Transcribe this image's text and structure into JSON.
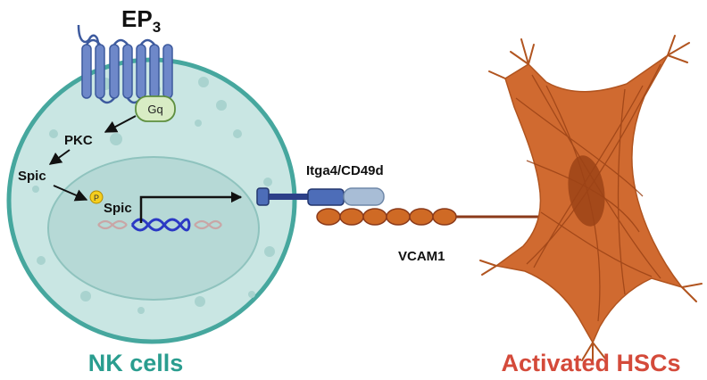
{
  "receptor": {
    "name": "EP",
    "subscript": "3"
  },
  "signaling": {
    "gq": "Gq",
    "pkc": "PKC",
    "spic_cytoplasm": "Spic",
    "spic_nucleus": "Spic",
    "phospho": "P"
  },
  "molecules": {
    "integrin": "Itga4/CD49d",
    "vcam": "VCAM1"
  },
  "cells": {
    "nk": "NK cells",
    "hsc": "Activated HSCs"
  },
  "colors": {
    "nk_cell_fill": "#c9e6e3",
    "nk_cell_border": "#46a79e",
    "nucleus_fill": "#b6d9d6",
    "receptor": "#6e88c9",
    "gq_fill": "#d8ecc4",
    "integrin_dark": "#4d6db8",
    "integrin_light": "#a8bdd6",
    "vcam": "#c8611f",
    "hsc_fill": "#d06a30",
    "nk_label": "#2a9d8f",
    "hsc_label": "#d44a3a",
    "phospho_fill": "#f5cf1e"
  }
}
